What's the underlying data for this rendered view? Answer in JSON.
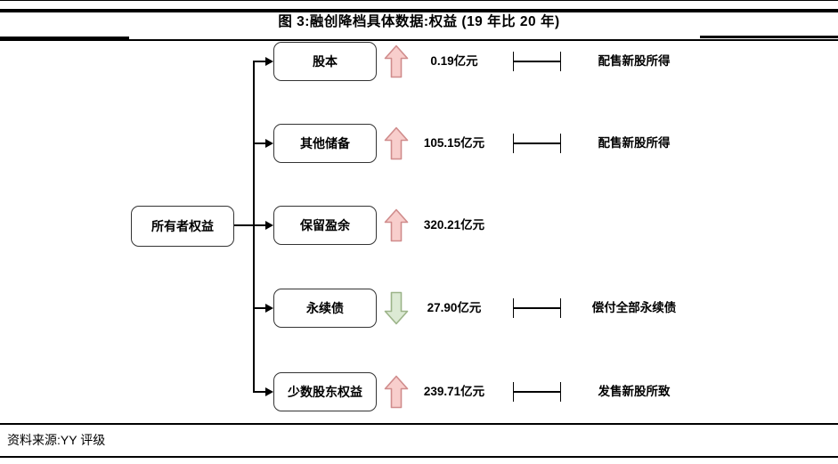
{
  "figure": {
    "title": "图 3:融创降档具体数据:权益 (19 年比 20 年)",
    "source": "资料来源:YY 评级"
  },
  "colors": {
    "up_fill": "#f8cecc",
    "up_stroke": "#d08c8c",
    "down_fill": "#dcead4",
    "down_stroke": "#9cb489",
    "line": "#000000",
    "box_border": "#333333"
  },
  "tree": {
    "root": {
      "label": "所有者权益"
    },
    "rows": [
      {
        "label": "股本",
        "direction": "up",
        "arrow_icon": "up-arrow-icon",
        "value": "0.19亿元",
        "note": "配售新股所得"
      },
      {
        "label": "其他储备",
        "direction": "up",
        "arrow_icon": "up-arrow-icon",
        "value": "105.15亿元",
        "note": "配售新股所得"
      },
      {
        "label": "保留盈余",
        "direction": "up",
        "arrow_icon": "up-arrow-icon",
        "value": "320.21亿元",
        "note": ""
      },
      {
        "label": "永续债",
        "direction": "down",
        "arrow_icon": "down-arrow-icon",
        "value": "27.90亿元",
        "note": "偿付全部永续债"
      },
      {
        "label": "少数股东权益",
        "direction": "up",
        "arrow_icon": "up-arrow-icon",
        "value": "239.71亿元",
        "note": "发售新股所致"
      }
    ]
  }
}
